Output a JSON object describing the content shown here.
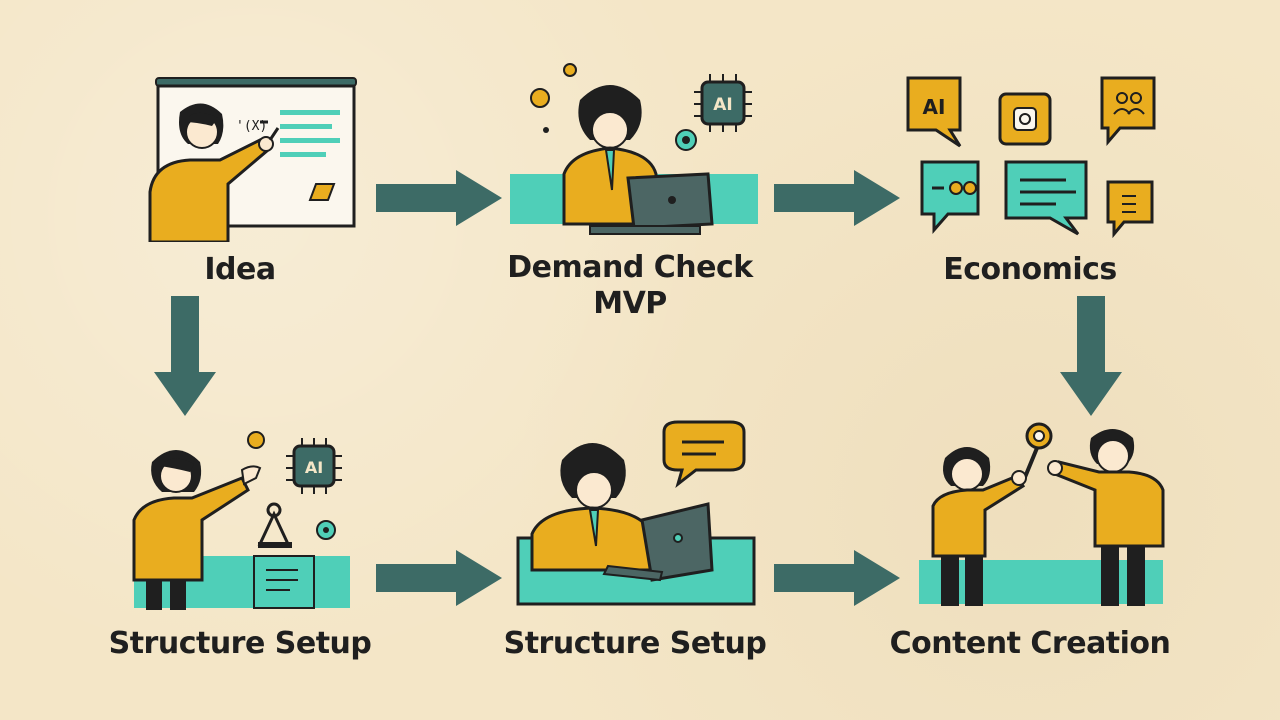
{
  "diagram": {
    "stages": [
      {
        "id": "idea",
        "label_lines": [
          "Idea"
        ]
      },
      {
        "id": "demand",
        "label_lines": [
          "Demand Check",
          "MVP"
        ]
      },
      {
        "id": "economics",
        "label_lines": [
          "Economics"
        ]
      },
      {
        "id": "structure1",
        "label_lines": [
          "Structure Setup"
        ]
      },
      {
        "id": "structure2",
        "label_lines": [
          "Structure Setup"
        ]
      },
      {
        "id": "content",
        "label_lines": [
          "Content Creation"
        ]
      }
    ],
    "icon_texts": {
      "ai_chip": "AI",
      "ai_bubble": "AI"
    },
    "colors": {
      "ink": "#1f1f1f",
      "teal": "#4fcfb8",
      "mustard": "#e9ad1f",
      "arrow": "#3d6b66",
      "laptop": "#4c6664",
      "paper": "#f4e6c7"
    }
  }
}
